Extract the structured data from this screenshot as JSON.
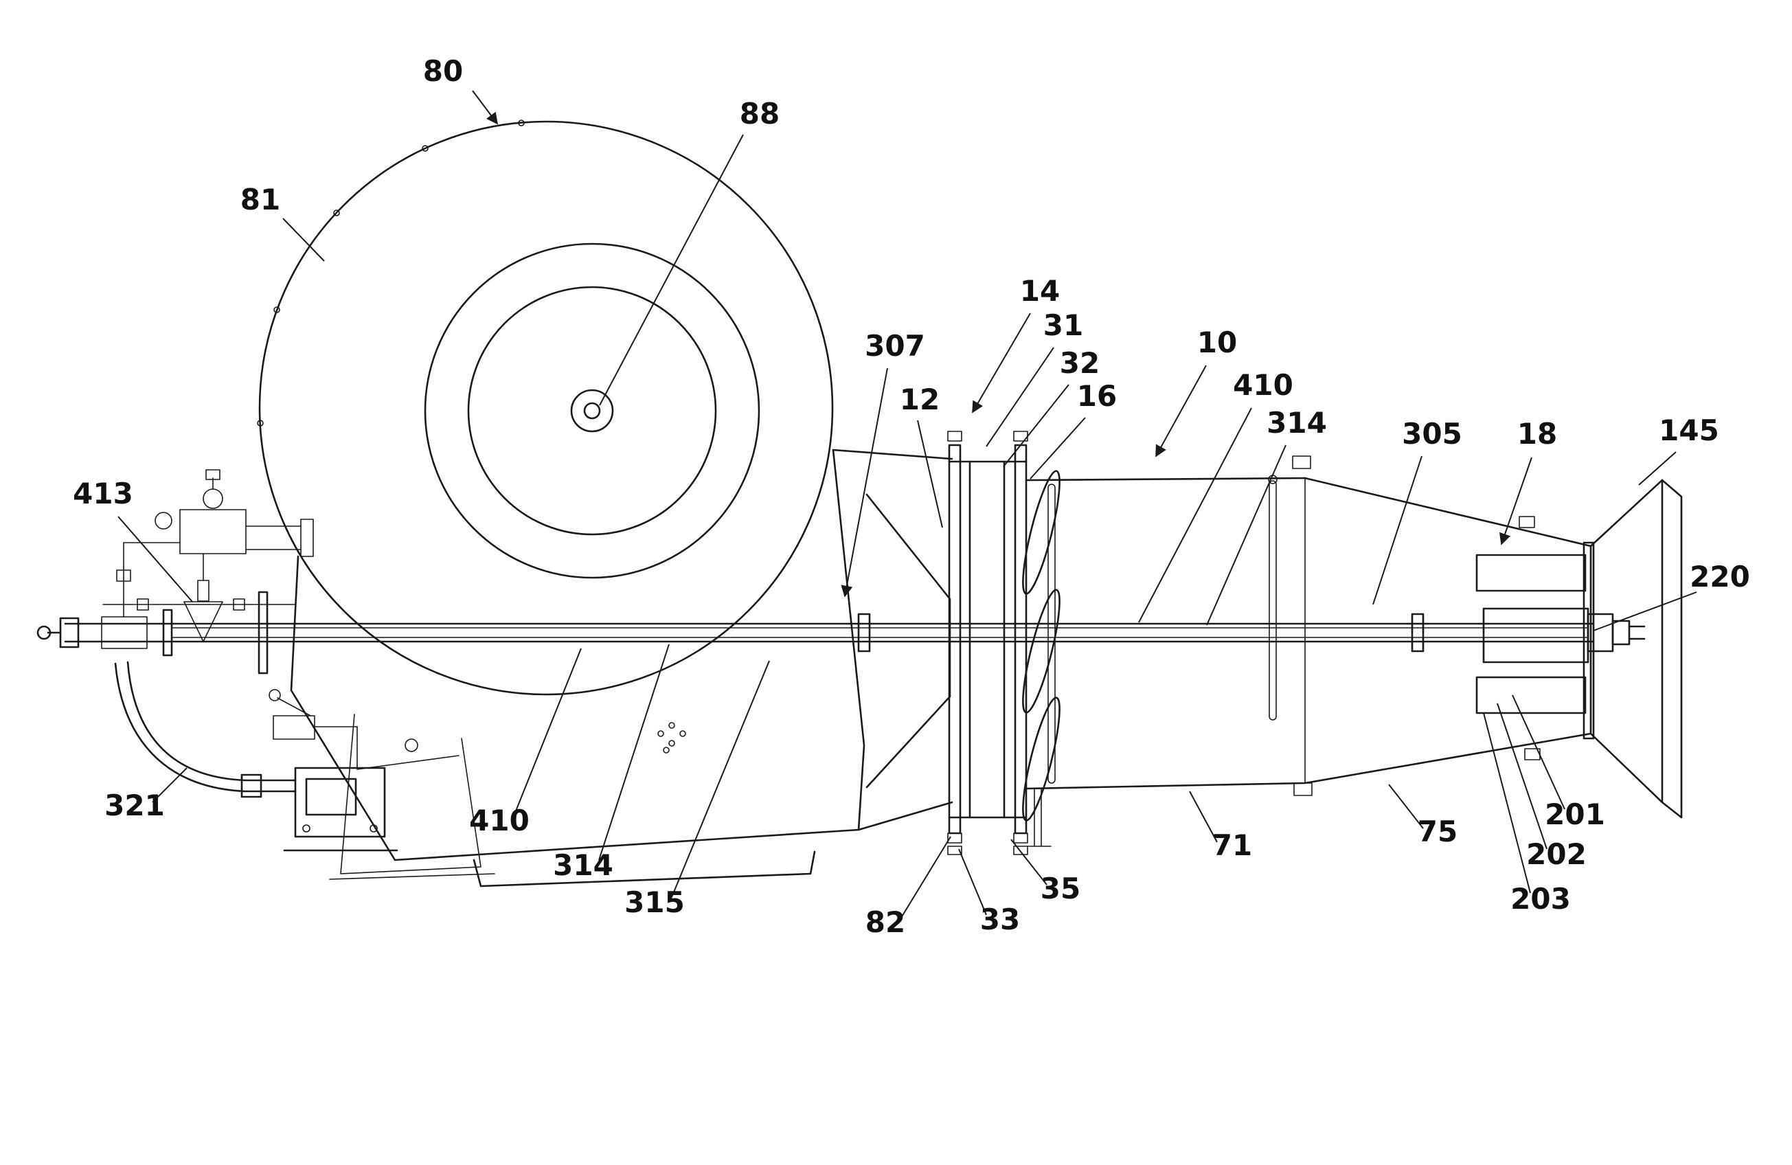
{
  "figure": {
    "kind": "patent-line-drawing",
    "background": "#ffffff",
    "line_color": "#1a1a1a",
    "description": "Side elevation of a blower / sprayer apparatus with fan housing, fan ring, tapered discharge duct, outlet flare, central spray boom shaft and left-side plumbing"
  },
  "refs": {
    "r80": "80",
    "r88": "88",
    "r81": "81",
    "r307": "307",
    "r12": "12",
    "r14": "14",
    "r31": "31",
    "r32": "32",
    "r16": "16",
    "r10": "10",
    "r410_top": "410",
    "r314_top": "314",
    "r305": "305",
    "r18": "18",
    "r145": "145",
    "r220": "220",
    "r413": "413",
    "r321": "321",
    "r410_bottom": "410",
    "r314_bottom": "314",
    "r315": "315",
    "r82": "82",
    "r33": "33",
    "r35": "35",
    "r71": "71",
    "r75": "75",
    "r201": "201",
    "r202": "202",
    "r203": "203"
  }
}
